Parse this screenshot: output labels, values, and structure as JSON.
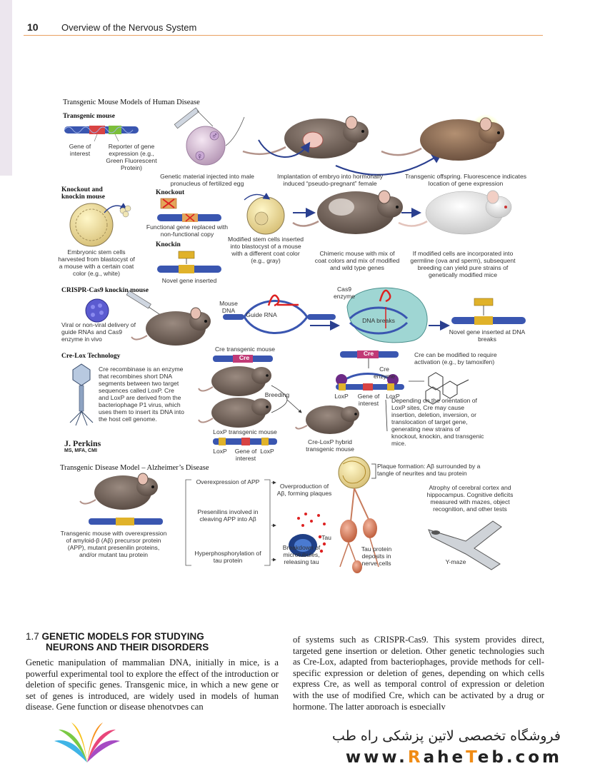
{
  "header": {
    "page_number": "10",
    "running_title": "Overview of the Nervous System"
  },
  "figure": {
    "title": "Transgenic Mouse Models of Human Disease",
    "transgenic": {
      "heading": "Transgenic mouse",
      "gene_label": "Gene of interest",
      "reporter_label": "Reporter of gene expression (e.g., Green Fluorescent Protein)",
      "step1": "Genetic material injected into male pronucleus of fertilized egg",
      "step2": "Implantation of embryo into hormonally induced “pseudo-pregnant” female",
      "step3": "Transgenic offspring. Fluorescence indicates location of gene expression"
    },
    "knockout": {
      "heading": "Knockout and knockin mouse",
      "ko_label": "Knockout",
      "ki_label": "Knockin",
      "stem_cells": "Embryonic stem cells harvested from blastocyst of a mouse with a certain coat color (e.g., white)",
      "ko_caption": "Functional gene replaced with non-functional copy",
      "ki_caption": "Novel gene inserted",
      "modified": "Modified stem cells inserted into blastocyst of a mouse with a different coat color (e.g., gray)",
      "chimeric": "Chimeric mouse with mix of coat colors and mix of modified and wild type genes",
      "germline": "If modified cells are incorporated into germline (ova and sperm), subsequent breeding can yield pure strains of genetically modified mice"
    },
    "crispr": {
      "heading": "CRISPR-Cas9 knockin mouse",
      "delivery": "Viral or non-viral delivery of guide RNAs and Cas9 enzyme in vivo",
      "mouse_dna": "Mouse DNA",
      "guide_rna": "Guide RNA",
      "cas9": "Cas9 enzyme",
      "breaks": "DNA breaks",
      "inserted": "Novel gene inserted at DNA breaks"
    },
    "crelox": {
      "heading": "Cre-Lox Technology",
      "description": "Cre recombinase is an enzyme that recombines short DNA segments between two target sequences called LoxP. Cre and LoxP are derived from the bacteriophage P1 virus, which uses them to insert its DNA into the host cell genome.",
      "cre_mouse": "Cre transgenic mouse",
      "cre": "Cre",
      "breeding": "Breeding",
      "loxp_mouse": "LoxP transgenic mouse",
      "loxp": "LoxP",
      "gene_of_interest": "Gene of interest",
      "hybrid": "Cre-LoxP hybrid transgenic mouse",
      "cre_enzyme": "Cre enzyme",
      "activation": "Cre can be modified to require activation (e.g., by tamoxifen)",
      "orientation": "Depending on the orientation of LoxP sites, Cre may cause insertion, deletion, inversion, or translocation of target gene, generating new strains of knockout, knockin, and transgenic mice."
    },
    "signature": {
      "name": "J. Perkins",
      "credentials": "MS, MFA, CMI"
    },
    "alz": {
      "heading": "Transgenic Disease Model – Alzheimer’s Disease",
      "mouse": "Transgenic mouse with overexpression of amyloid-β (Aβ) precursor protein (APP), mutant presenilin proteins, and/or mutant tau protein",
      "app": "Overexpression of APP",
      "presenilins": "Presenilins involved in cleaving APP into Aβ",
      "hyper": "Hyperphosphorylation of tau protein",
      "overprod": "Overproduction of Aβ, forming plaques",
      "tau": "Tau",
      "breakdown": "Breakdown of microtubules, releasing tau",
      "deposits": "Tau protein deposits in nerve cells",
      "plaque": "Plaque formation: Aβ surrounded by a tangle of neurites and tau protein",
      "atrophy": "Atrophy of cerebral cortex and hippocampus. Cognitive deficits measured with mazes, object recognition, and other tests",
      "ymaze": "Y-maze"
    }
  },
  "section": {
    "number": "1.7",
    "title_line1": "GENETIC MODELS FOR STUDYING",
    "title_line2": "NEURONS AND THEIR DISORDERS",
    "left_text": "Genetic manipulation of mammalian DNA, initially in mice, is a powerful experimental tool to explore the effect of the introduction or deletion of specific genes. Transgenic mice, in which a new gene or set of genes is introduced, are widely used in models of human disease. Gene function or disease phenotypes can",
    "right_text": "of systems such as CRISPR-Cas9. This system provides direct, targeted gene insertion or deletion. Other genetic technologies such as Cre-Lox, adapted from bacteriophages, provide methods for cell-specific expression or deletion of genes, depending on which cells express Cre, as well as temporal control of expression or deletion with the use of modified Cre, which can be activated by a drug or hormone. The latter approach is especially"
  },
  "watermark": {
    "persian": "فروشگاه تخصصی لاتین پزشکی  راه طب",
    "url_pre": "www.",
    "url_r": "R",
    "url_ahe": "ahe",
    "url_t": "T",
    "url_eb": "eb",
    "url_post": ".com"
  }
}
